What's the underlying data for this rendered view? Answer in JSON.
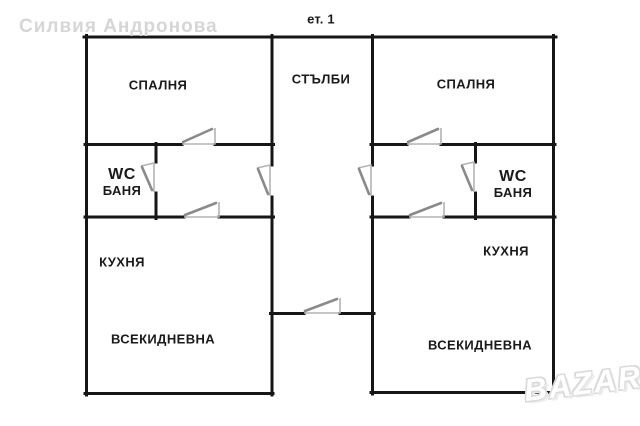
{
  "floor_label": "ет. 1",
  "watermarks": {
    "agent": "Силвия Андронова",
    "site": "BAZAR"
  },
  "rooms": {
    "bedroom_left": "СПАЛНЯ",
    "stairs": "СТЪЛБИ",
    "bedroom_right": "СПАЛНЯ",
    "wc_left": {
      "line1": "WC",
      "line2": "БАНЯ"
    },
    "wc_right": {
      "line1": "WC",
      "line2": "БАНЯ"
    },
    "kitchen_left": "КУХНЯ",
    "kitchen_right": "КУХНЯ",
    "living_left": "ВСЕКИДНЕВНА",
    "living_right": "ВСЕКИДНЕВНА"
  },
  "colors": {
    "wall": "#161616",
    "door_symbol": "#8a8a8a",
    "watermark_gray": "#d6d6d6",
    "background": "#ffffff"
  }
}
